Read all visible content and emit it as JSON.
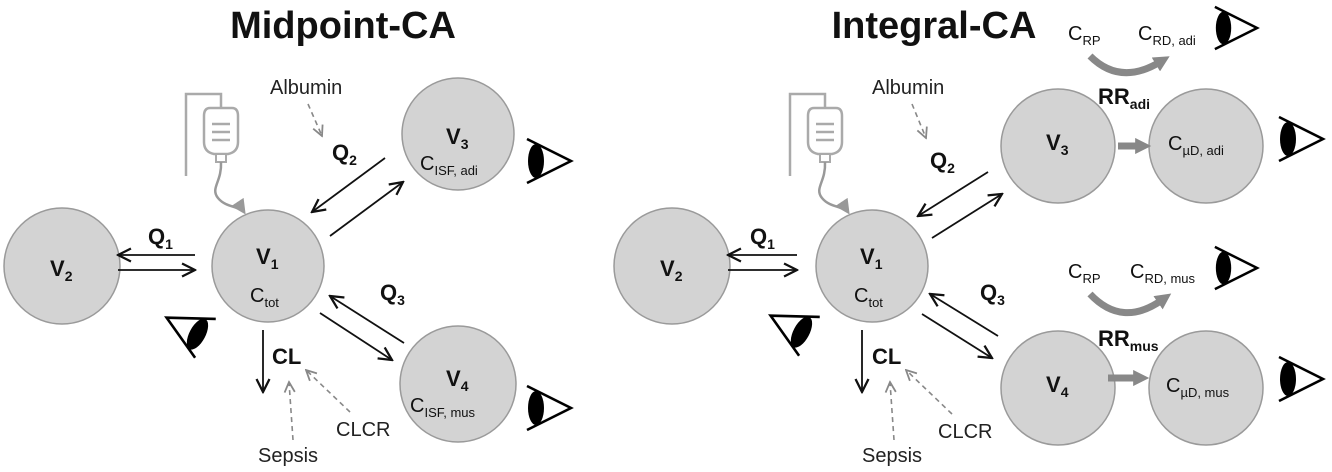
{
  "left": {
    "title": "Midpoint-CA",
    "v1": "V",
    "v1_sub": "1",
    "v1_conc": "C",
    "v1_conc_sub": "tot",
    "v2": "V",
    "v2_sub": "2",
    "v3": "V",
    "v3_sub": "3",
    "v3_conc": "C",
    "v3_conc_sub": "ISF, adi",
    "v4": "V",
    "v4_sub": "4",
    "v4_conc": "C",
    "v4_conc_sub": "ISF, mus",
    "q1": "Q",
    "q1_sub": "1",
    "q2": "Q",
    "q2_sub": "2",
    "q3": "Q",
    "q3_sub": "3",
    "cl": "CL",
    "albumin": "Albumin",
    "sepsis": "Sepsis",
    "clcr": "CLCR"
  },
  "right": {
    "title": "Integral-CA",
    "v1": "V",
    "v1_sub": "1",
    "v1_conc": "C",
    "v1_conc_sub": "tot",
    "v2": "V",
    "v2_sub": "2",
    "v3": "V",
    "v3_sub": "3",
    "v4": "V",
    "v4_sub": "4",
    "md_adi": "C",
    "md_adi_sub": "µD, adi",
    "md_mus": "C",
    "md_mus_sub": "µD, mus",
    "rr_adi": "RR",
    "rr_adi_sub": "adi",
    "rr_mus": "RR",
    "rr_mus_sub": "mus",
    "crp_top": "C",
    "crp_top_sub": "RP",
    "crd_adi": "C",
    "crd_adi_sub": "RD, adi",
    "crp_bot": "C",
    "crp_bot_sub": "RP",
    "crd_mus": "C",
    "crd_mus_sub": "RD, mus",
    "q1": "Q",
    "q1_sub": "1",
    "q2": "Q",
    "q2_sub": "2",
    "q3": "Q",
    "q3_sub": "3",
    "cl": "CL",
    "albumin": "Albumin",
    "sepsis": "Sepsis",
    "clcr": "CLCR"
  },
  "icons": [
    "eye-icon",
    "iv-bag-icon"
  ],
  "colors": {
    "compartment": "#d3d3d3",
    "arrow": "#111111",
    "covariate": "#888888"
  }
}
